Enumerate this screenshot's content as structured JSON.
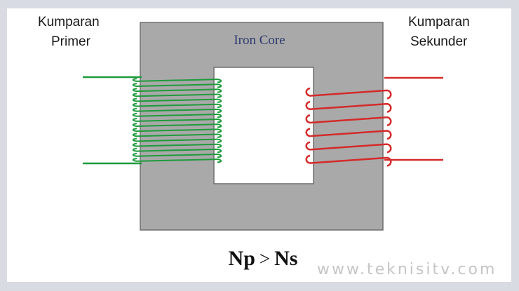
{
  "labels": {
    "primary_line1": "Kumparan",
    "primary_line2": "Primer",
    "secondary_line1": "Kumparan",
    "secondary_line2": "Sekunder",
    "core": "Iron Core"
  },
  "equation": {
    "left": "Np",
    "operator": ">",
    "right": "Ns"
  },
  "watermark": "www.teknisitv.com",
  "colors": {
    "frame": "#d9dbe3",
    "core": "#a9a9a9",
    "core_border": "#6f6f6f",
    "primary_coil": "#1e9a3c",
    "secondary_coil": "#d42a2a"
  },
  "coils": {
    "primary_turns": 17,
    "secondary_turns": 6
  }
}
